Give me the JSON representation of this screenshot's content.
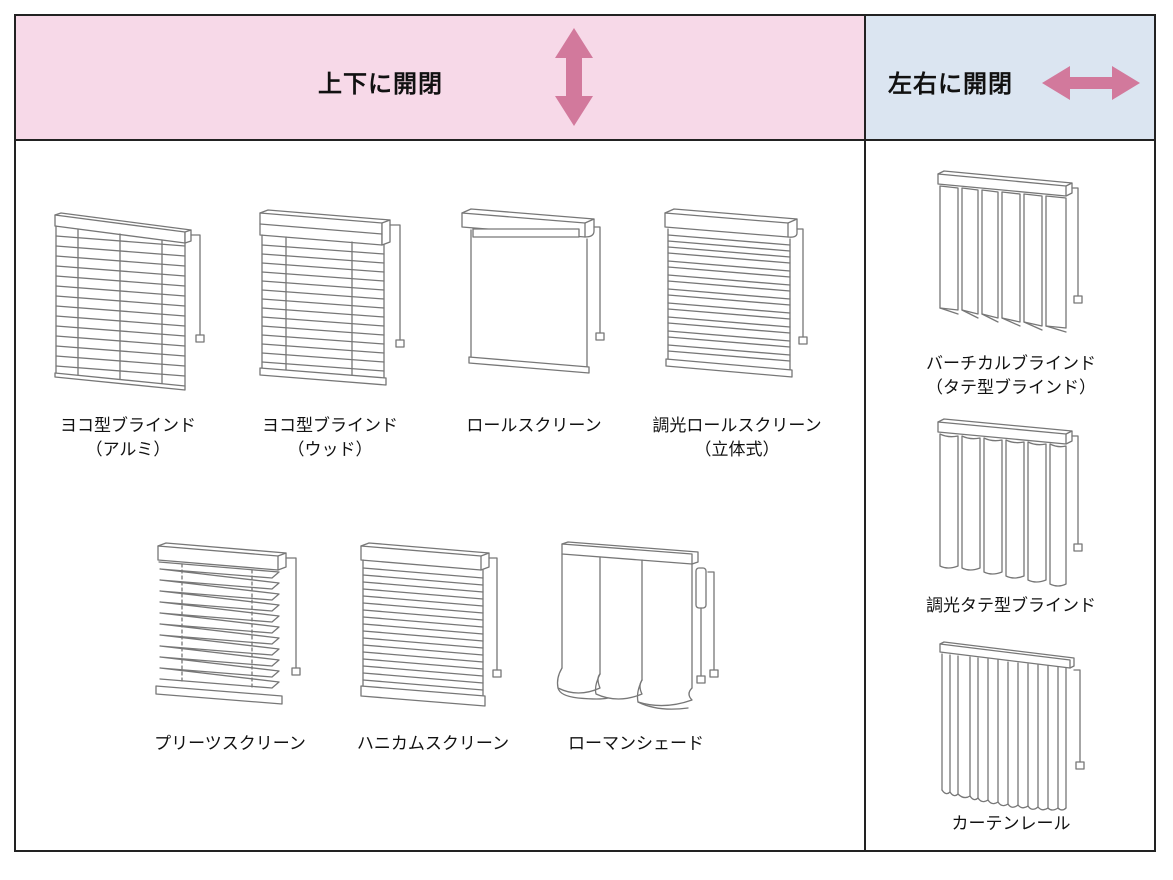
{
  "header": {
    "vertical_title": "上下に開閉",
    "horizontal_title": "左右に開閉",
    "arrow_color": "#d2799c",
    "vertical_bg": "#f7d9e8",
    "horizontal_bg": "#dbe5f1"
  },
  "vertical_items": [
    {
      "line1": "ヨコ型ブラインド",
      "line2": "（アルミ）"
    },
    {
      "line1": "ヨコ型ブラインド",
      "line2": "（ウッド）"
    },
    {
      "line1": "ロールスクリーン",
      "line2": ""
    },
    {
      "line1": "調光ロールスクリーン",
      "line2": "（立体式）"
    },
    {
      "line1": "プリーツスクリーン",
      "line2": ""
    },
    {
      "line1": "ハニカムスクリーン",
      "line2": ""
    },
    {
      "line1": "ローマンシェード",
      "line2": ""
    }
  ],
  "horizontal_items": [
    {
      "line1": "バーチカルブラインド",
      "line2": "（タテ型ブラインド）"
    },
    {
      "line1": "調光タテ型ブラインド",
      "line2": ""
    },
    {
      "line1": "カーテンレール",
      "line2": ""
    }
  ]
}
